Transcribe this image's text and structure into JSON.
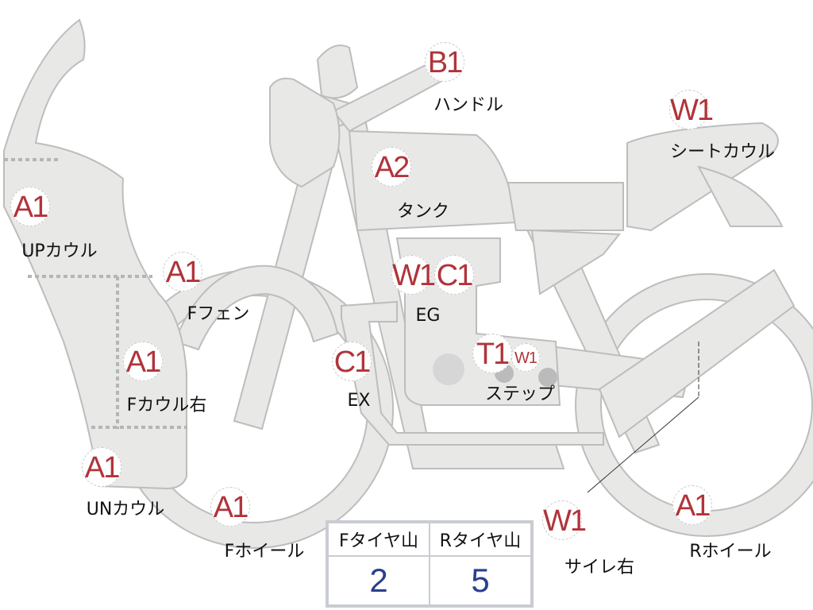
{
  "parts": [
    {
      "code": "B1",
      "label": "ハンドル"
    },
    {
      "code": "W1",
      "label": "シートカウル"
    },
    {
      "code": "A2",
      "label": "タンク"
    },
    {
      "code": "A1",
      "label": "UPカウル"
    },
    {
      "code": "A1",
      "label": "Fフェン"
    },
    {
      "code": "W1",
      "code2": "C1",
      "label": "EG"
    },
    {
      "code": "C1",
      "label": "EX"
    },
    {
      "code": "A1",
      "label": "Fカウル右"
    },
    {
      "code": "T1",
      "code2": "W1",
      "label": "ステップ"
    },
    {
      "code": "A1",
      "label": "UNカウル"
    },
    {
      "code": "A1",
      "label": "Fホイール"
    },
    {
      "code": "W1",
      "label": "サイレ右"
    },
    {
      "code": "A1",
      "label": "Rホイール"
    }
  ],
  "tire_table": {
    "headers": [
      "Fタイヤ山",
      "Rタイヤ山"
    ],
    "values": [
      "2",
      "5"
    ]
  },
  "colors": {
    "code": "#b0343a",
    "value": "#2a3f8f",
    "body": "#e8e8e6"
  }
}
